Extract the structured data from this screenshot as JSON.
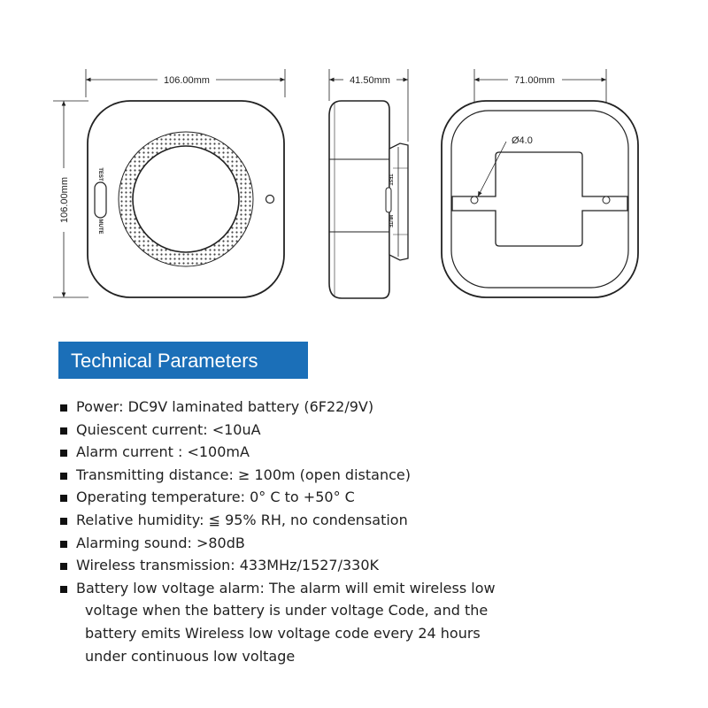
{
  "drawing": {
    "front_view": {
      "width_label": "106.00mm",
      "height_label": "106.00mm",
      "test_label": "TEST",
      "mute_label": "MUTE"
    },
    "side_view": {
      "depth_label": "41.50mm",
      "test_label": "TEST",
      "mute_label": "MUTE"
    },
    "back_view": {
      "hole_spacing_label": "71.00mm",
      "hole_diameter_label": "Ø4.0"
    }
  },
  "section": {
    "title": "Technical Parameters",
    "params": [
      "Power: DC9V laminated battery (6F22/9V)",
      "Quiescent current: <10uA",
      "Alarm current : <100mA",
      "Transmitting distance: ≥ 100m (open distance)",
      "Operating temperature: 0° C to +50° C",
      "Relative humidity: ≦ 95% RH, no condensation",
      "Alarming sound: >80dB",
      "Wireless transmission: 433MHz/1527/330K"
    ],
    "last_param": {
      "first_line": "Battery low voltage alarm: The alarm will emit wireless low",
      "continuation": [
        "voltage when the battery is under voltage Code, and the",
        "battery emits Wireless low voltage code every 24 hours",
        "under continuous low voltage"
      ]
    }
  }
}
